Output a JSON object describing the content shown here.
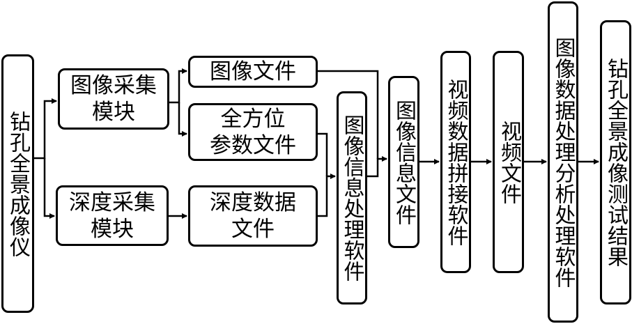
{
  "diagram": {
    "type": "flowchart",
    "nodes": {
      "instrument": {
        "label": "钻孔全景成像仪"
      },
      "image_module": {
        "lines": [
          "图像采集",
          "模块"
        ]
      },
      "depth_module": {
        "lines": [
          "深度采集",
          "模块"
        ]
      },
      "image_file": {
        "lines": [
          "图像文件"
        ]
      },
      "orientation_file": {
        "lines": [
          "全方位",
          "参数文件"
        ]
      },
      "depth_file": {
        "lines": [
          "深度数据",
          "文件"
        ]
      },
      "image_info_software": {
        "label": "图像信息处理软件"
      },
      "image_info_file": {
        "label": "图像信息文件"
      },
      "video_stitch_software": {
        "label": "视频数据拼接软件"
      },
      "video_file": {
        "label": "视频文件"
      },
      "analysis_software": {
        "label": "图像数据处理分析处理软件"
      },
      "result": {
        "label": "钻孔全景成像测试结果"
      }
    },
    "edges": [
      {
        "from": "instrument",
        "to": "image_module"
      },
      {
        "from": "instrument",
        "to": "depth_module"
      },
      {
        "from": "image_module",
        "to": "image_file"
      },
      {
        "from": "image_module",
        "to": "orientation_file"
      },
      {
        "from": "depth_module",
        "to": "depth_file"
      },
      {
        "from": "orientation_file",
        "to": "image_info_software"
      },
      {
        "from": "depth_file",
        "to": "image_info_software"
      },
      {
        "from": "image_file",
        "to": "image_info_file"
      },
      {
        "from": "image_info_software",
        "to": "image_info_file"
      },
      {
        "from": "image_info_file",
        "to": "video_stitch_software"
      },
      {
        "from": "video_stitch_software",
        "to": "video_file"
      },
      {
        "from": "video_file",
        "to": "analysis_software"
      },
      {
        "from": "analysis_software",
        "to": "result"
      }
    ]
  }
}
